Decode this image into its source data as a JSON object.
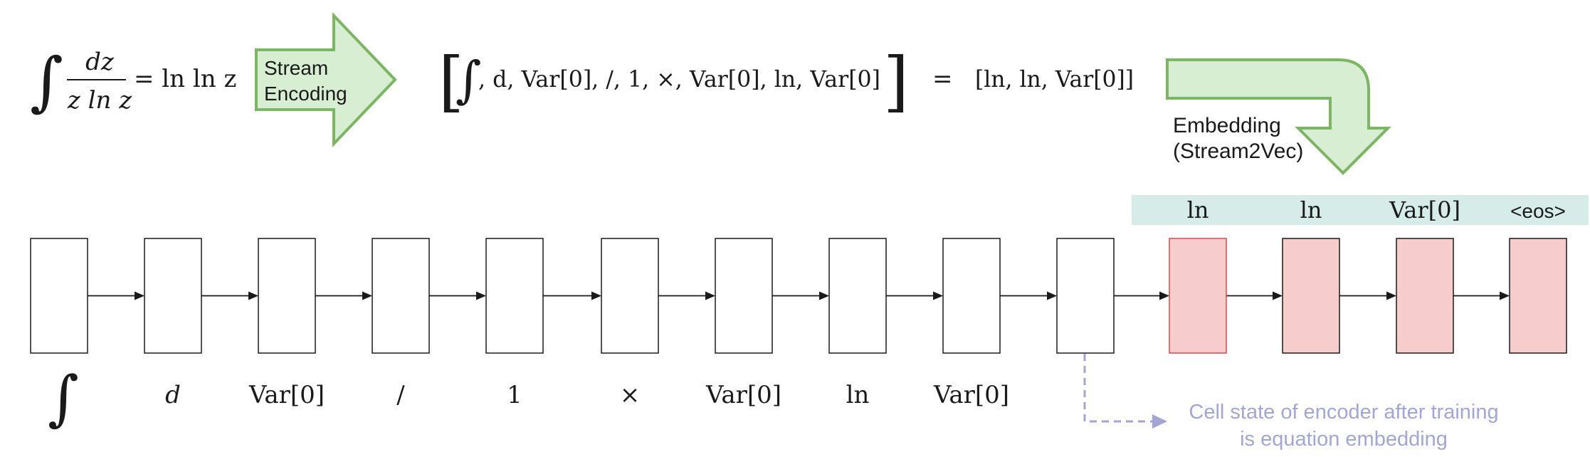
{
  "equation": {
    "numerator": "dz",
    "denominator": "z ln z",
    "rhs": "= ln ln z"
  },
  "stream_arrow": {
    "line1": "Stream",
    "line2": "Encoding"
  },
  "stream": {
    "open": "[",
    "content": ", d, Var[0], /, 1, ×, Var[0], ln, Var[0]",
    "close": "]",
    "equals": "=",
    "output": "[ln, ln, Var[0]]"
  },
  "embedding_arrow": {
    "line1": "Embedding",
    "line2": "(Stream2Vec)"
  },
  "encoder_tokens": [
    "∫",
    "d",
    "Var[0]",
    "/",
    "1",
    "×",
    "Var[0]",
    "ln",
    "Var[0]"
  ],
  "decoder_tokens": [
    "ln",
    "ln",
    "Var[0]",
    "<eos>"
  ],
  "annotation": {
    "line1": "Cell state of encoder after training",
    "line2": "is equation embedding"
  },
  "colors": {
    "arrow_fill": "#d8eed2",
    "arrow_stroke": "#7bb662",
    "decoder_fill": "#f6cccc",
    "decoder_first_stroke": "#d8484f",
    "label_band": "#d5ece9",
    "annotation": "#a3a6d4"
  }
}
